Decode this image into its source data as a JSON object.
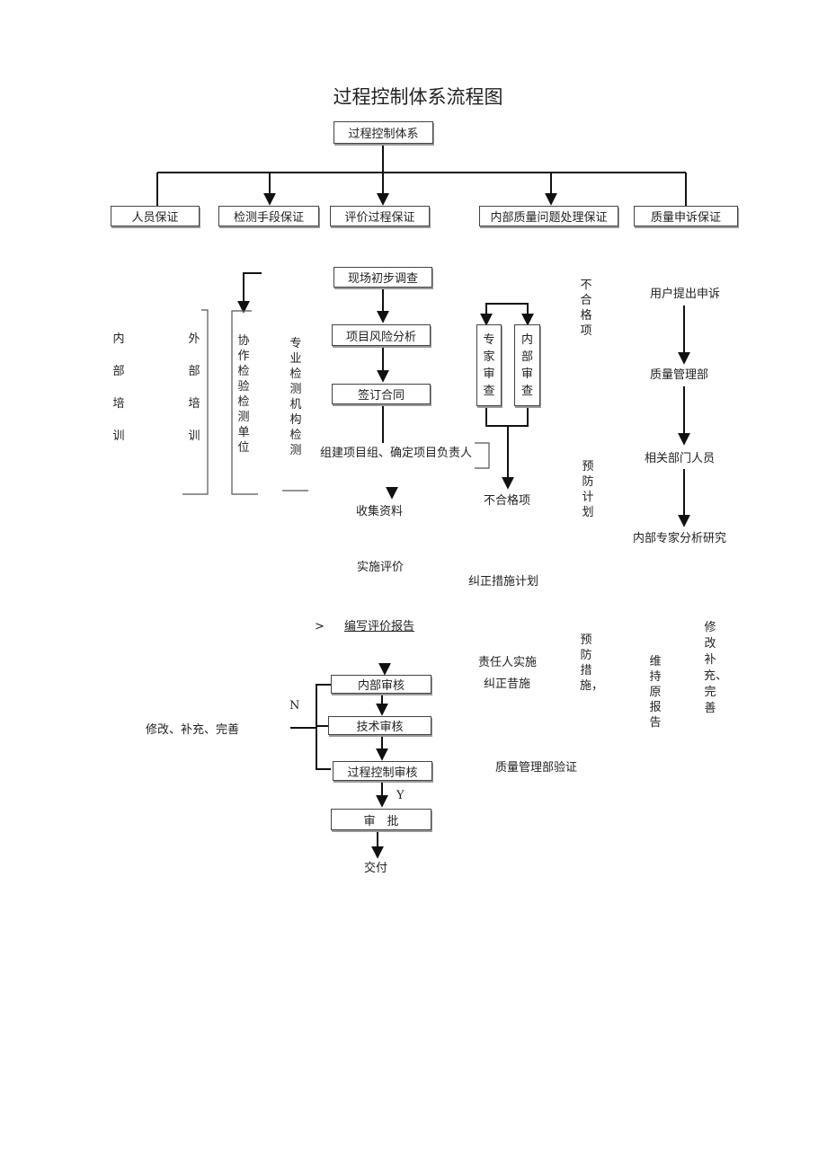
{
  "title": "过程控制体系流程图",
  "root": "过程控制体系",
  "branches": {
    "personnel": "人员保证",
    "detection": "检测手段保证",
    "evaluation": "评价过程保证",
    "internal_quality": "内部质量问题处理保证",
    "complaint": "质量申诉保证"
  },
  "personnel": {
    "internal_training": "内部培训",
    "external_training": "外部培训"
  },
  "detection": {
    "cooperation_unit": "协作检验检测单位",
    "professional_agency": "专业检测机构检测"
  },
  "evaluation": {
    "site_survey": "现场初步调查",
    "risk_analysis": "项目风险分析",
    "sign_contract": "签订合同",
    "build_team": "组建项目组、确定项目负责人",
    "collect_data": "收集资料",
    "implement": "实施评价",
    "write_report_mark": ">",
    "write_report": "编写评价报告",
    "internal_audit": "内部审核",
    "technical_audit": "技术审核",
    "process_audit": "过程控制审核",
    "approval": "审　批",
    "delivery": "交付",
    "no_label": "N",
    "yes_label": "Y",
    "revise": "修改、补充、完善"
  },
  "internal_quality": {
    "expert_review": "专家审查",
    "internal_review": "内部审查",
    "nonconforming": "不合格项",
    "nonconforming_side": "不合格项",
    "prevention_plan": "预防计划",
    "corrective_plan": "纠正措施计划",
    "prevention_measures": "预防措施，",
    "responsible_implement": "责任人实施",
    "corrective_measures": "纠正昔施",
    "verification": "质量管理部验证"
  },
  "complaint": {
    "user_complaint": "用户提出申诉",
    "quality_dept": "质量管理部",
    "related_staff": "相关部门人员",
    "expert_analysis": "内部专家分析研究",
    "keep_report": "维持原报告",
    "revise_report": "修改补充、完善"
  }
}
